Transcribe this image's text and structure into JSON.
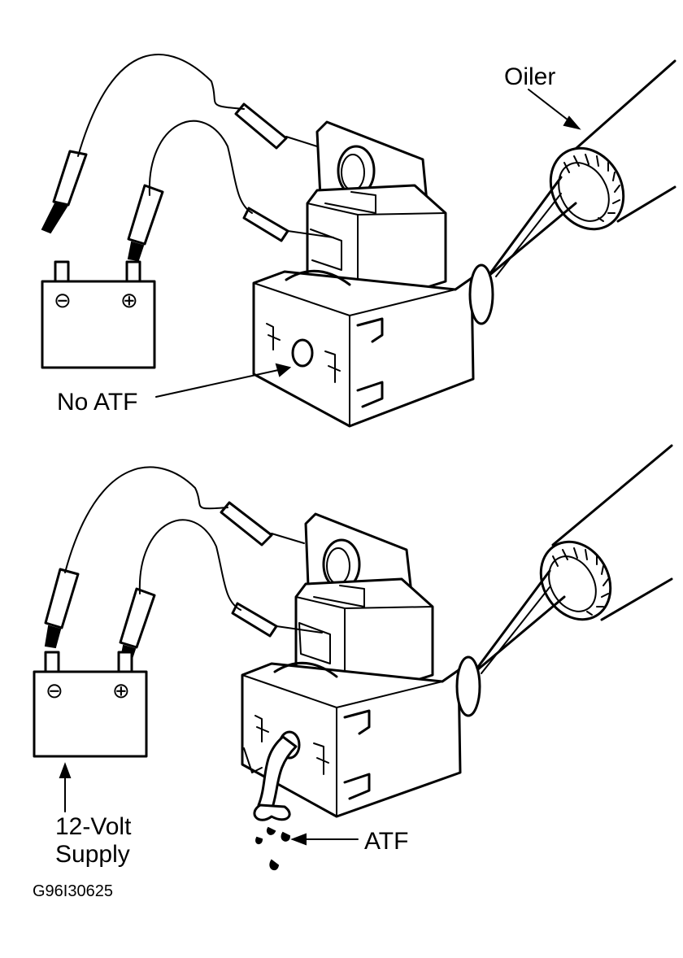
{
  "labels": {
    "oiler": "Oiler",
    "no_atf": "No ATF",
    "atf": "ATF",
    "supply_line1": "12-Volt",
    "supply_line2": "Supply",
    "figure_code": "G96I30625"
  },
  "terminals": {
    "negative": "⊖",
    "positive": "⊕"
  },
  "colors": {
    "ink": "#000000",
    "paper": "#ffffff"
  }
}
